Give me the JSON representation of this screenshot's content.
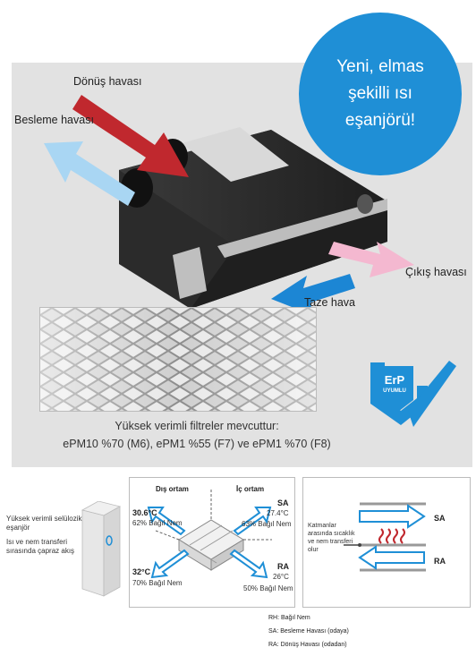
{
  "callout": {
    "line1": "Yeni, elmas",
    "line2": "şekilli ısı",
    "line3": "eşanjörü!"
  },
  "hero": {
    "return_air": "Dönüş havası",
    "supply_air": "Besleme havası",
    "exhaust_air": "Çıkış havası",
    "fresh_air": "Taze hava"
  },
  "filter": {
    "line1": "Yüksek verimli filtreler mevcuttur:",
    "line2": "ePM10 %70 (M6), ePM1 %55 (F7) ve ePM1 %70 (F8)"
  },
  "badge": {
    "title": "ErP",
    "subtitle": "UYUMLU"
  },
  "exchanger": {
    "label1": "Yüksek verimli selülozik",
    "label2": "eşanjör",
    "label3": "Isı ve nem transferi",
    "label4": "sırasında  çapraz akış"
  },
  "diagram": {
    "outdoor": "Dış ortam",
    "indoor": "İç ortam",
    "tl_temp": "30.6°C",
    "tl_hum": "62% Bağıl Nem",
    "sa_code": "SA",
    "sa_temp": "27.4°C",
    "sa_hum": "63% Bağıl Nem",
    "bl_temp": "32°C",
    "bl_hum": "70% Bağıl Nem",
    "ra_code": "RA",
    "ra_temp": "26°C",
    "ra_hum": "50% Bağıl Nem"
  },
  "layers": {
    "text1": "Katmanlar",
    "text2": "arasında sıcaklık",
    "text3": "ve nem transferi",
    "text4": "olur",
    "sa": "SA",
    "ra": "RA"
  },
  "legend": {
    "rh": "RH: Bağıl Nem",
    "sa": "SA: Besleme Havası (odaya)",
    "ra": "RA: Dönüş Havası (odadan)"
  },
  "colors": {
    "accent": "#1f8fd6",
    "return_arrow": "#c0282e",
    "supply_arrow": "#a9d6f3",
    "exhaust_arrow": "#f4b8d0",
    "fresh_arrow": "#1c86d4"
  }
}
